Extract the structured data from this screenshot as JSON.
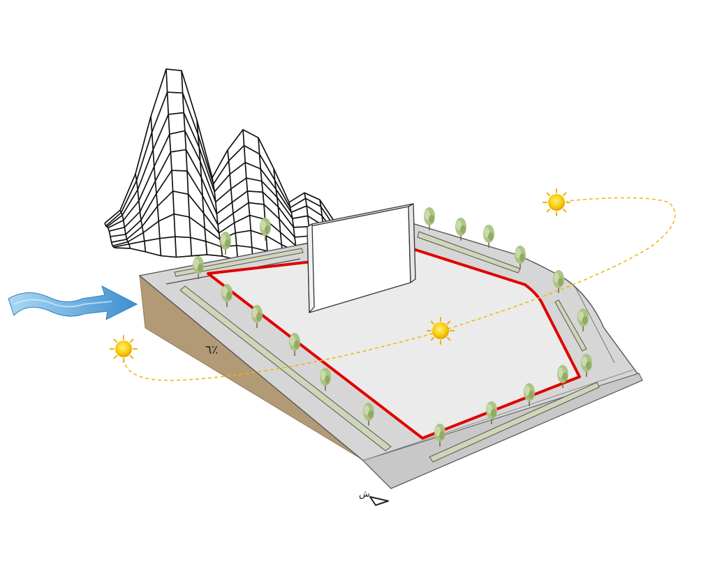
{
  "diagram": {
    "slope_label": "٦٪",
    "north_label": "ش"
  },
  "colors": {
    "site_boundary": "#e00000",
    "site_fill": "#ebebeb",
    "sidewalk": "#d4d4d4",
    "road_edge": "#cfcfcf",
    "planting_strip": "#c9d4b0",
    "soil_side": "#b59a78",
    "sun": "#f5c400",
    "sun_path": "#f0b400",
    "wind_arrow": "#4a9fd6",
    "mountain_lines": "#111111",
    "building": "#ffffff"
  },
  "icons": [
    "mountain-wireframe",
    "wind-arrow",
    "sun-icon",
    "tree-icon",
    "north-arrow-icon",
    "building-block"
  ]
}
